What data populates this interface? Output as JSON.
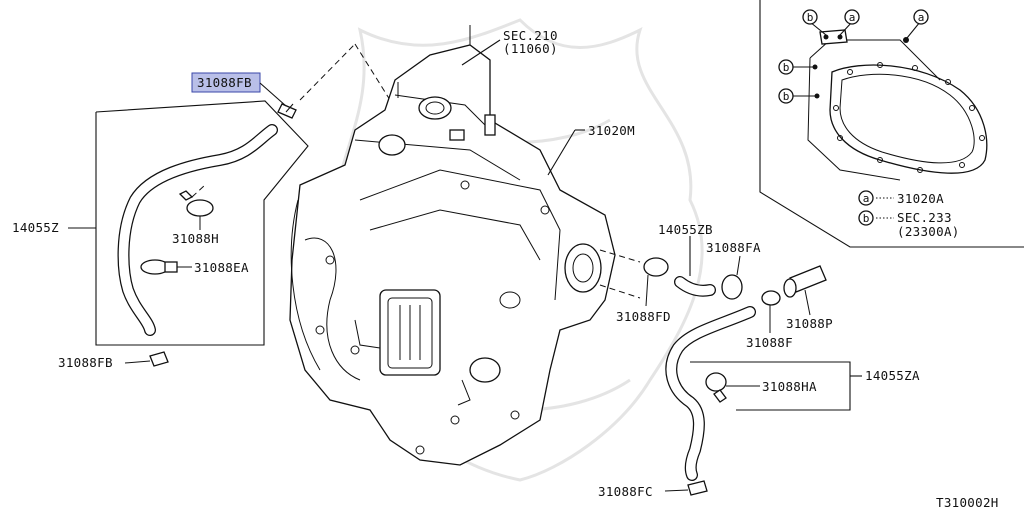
{
  "labels": {
    "highlighted": "31088FB",
    "sec210_line1": "SEC.210",
    "sec210_line2": "(11060)",
    "main_body": "31020M",
    "hose_left": "14055Z",
    "clamp_h": "31088H",
    "clamp_ea": "31088EA",
    "clamp_fb_bottom": "31088FB",
    "hose_zb": "14055ZB",
    "clamp_fa": "31088FA",
    "clamp_fd": "31088FD",
    "clamp_p": "31088P",
    "clamp_f": "31088F",
    "hose_za": "14055ZA",
    "clamp_ha": "31088HA",
    "clamp_fc": "31088FC",
    "diagram_code": "T310002H"
  },
  "legend": {
    "a_symbol": "a",
    "b_symbol": "b",
    "a_text": "31020A",
    "b_text_line1": "SEC.233",
    "b_text_line2": "(23300A)"
  },
  "colors": {
    "highlight_fill": "#b9bfe8",
    "highlight_stroke": "#3a47a8",
    "ink": "#111111"
  }
}
